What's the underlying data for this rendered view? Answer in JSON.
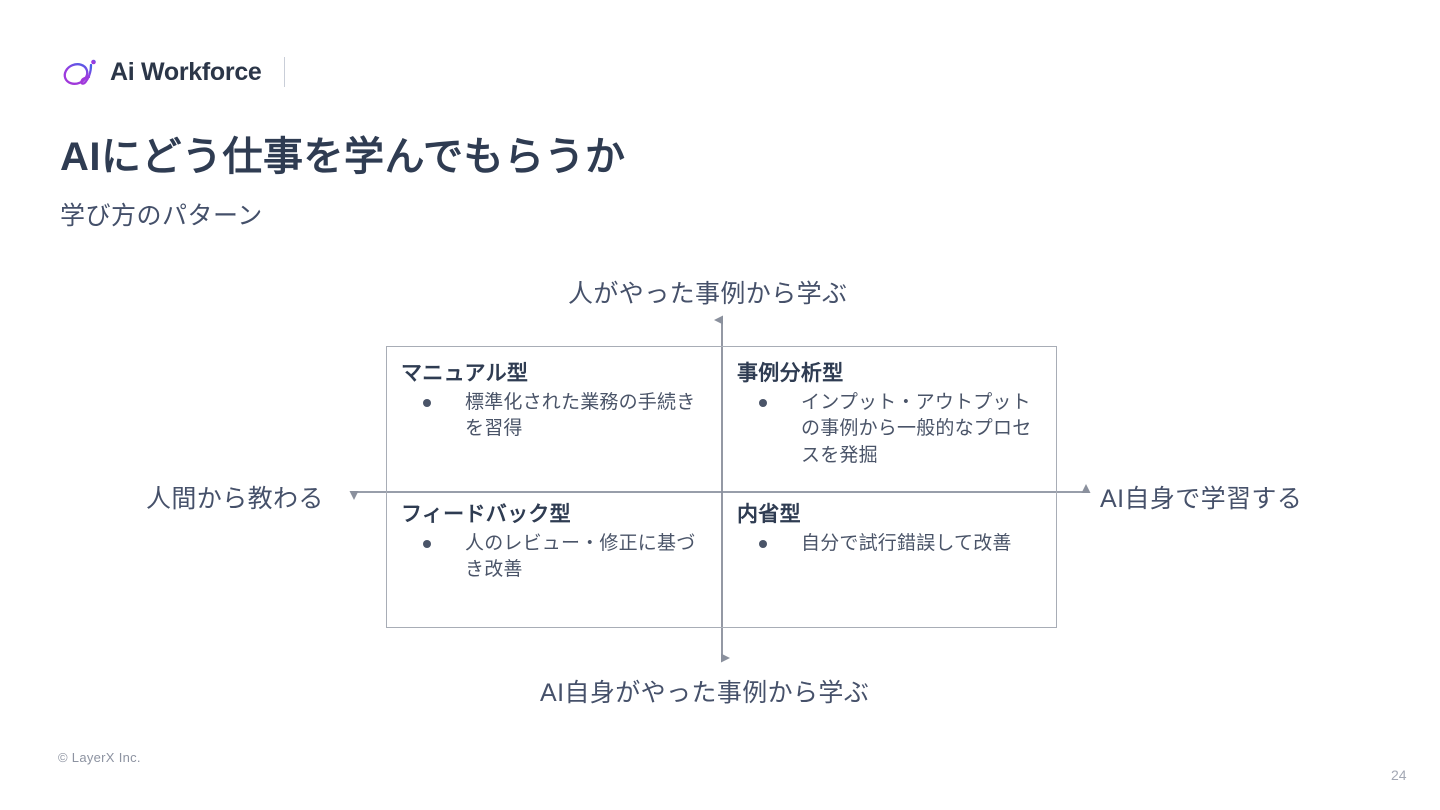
{
  "brand": {
    "name": "Ai Workforce",
    "mark_icon": "ai-script-logo-icon",
    "gradient_start": "#b23fd8",
    "gradient_end": "#3d6ee8",
    "text_color": "#2b3648"
  },
  "heading": {
    "title": "AIにどう仕事を学んでもらうか",
    "subtitle": "学び方のパターン",
    "title_color": "#2f3c52",
    "subtitle_color": "#44506a"
  },
  "matrix": {
    "axes": {
      "top_label": "人がやった事例から学ぶ",
      "bottom_label": "AI自身がやった事例から学ぶ",
      "left_label": "人間から教わる",
      "right_label": "AI自身で学習する",
      "line_color": "#8a909d",
      "label_color": "#46516a"
    },
    "border_color": "#a8adb6",
    "quadrants": [
      {
        "position": "top-left",
        "title": "マニュアル型",
        "items": [
          "標準化された業務の手続きを習得"
        ]
      },
      {
        "position": "top-right",
        "title": "事例分析型",
        "items": [
          "インプット・アウトプットの事例から一般的なプロセスを発掘"
        ]
      },
      {
        "position": "bottom-left",
        "title": "フィードバック型",
        "items": [
          "人のレビュー・修正に基づき改善"
        ]
      },
      {
        "position": "bottom-right",
        "title": "内省型",
        "items": [
          "自分で試行錯誤して改善"
        ]
      }
    ]
  },
  "footer": {
    "copyright": "© LayerX Inc.",
    "page_number": "24"
  }
}
